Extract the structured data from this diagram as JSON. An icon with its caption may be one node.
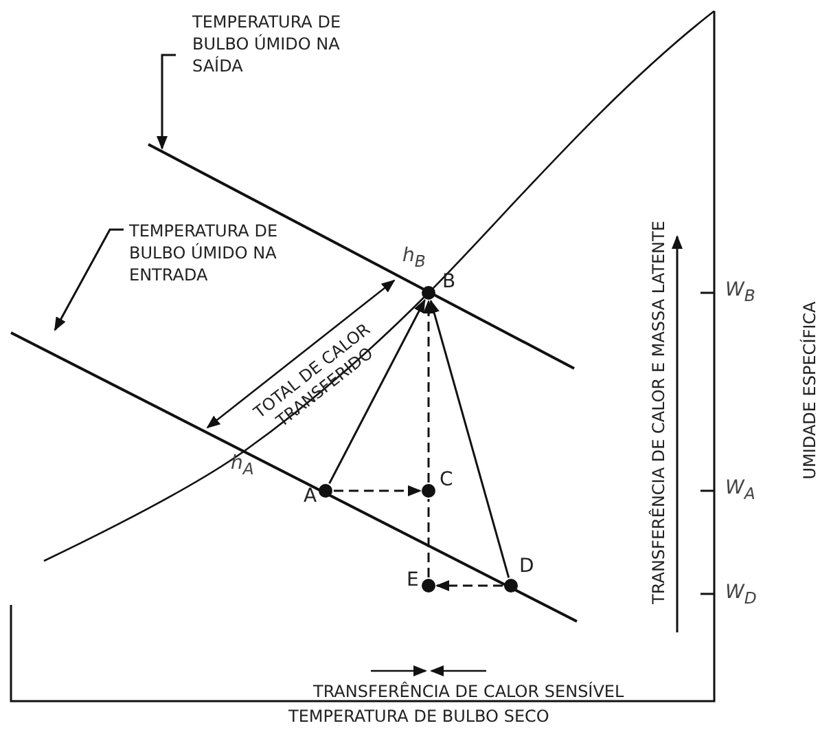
{
  "diagram": {
    "caption": "TEMPERATURA DE BULBO SECO",
    "nodes": [
      {
        "text": [
          "TEMPERATURA DE BULBO ÚMIDO NA SAÍDA"
        ]
      },
      {
        "text": [
          "TEMPERATURA DE BULBO ÚMIDO NA ENTRADA"
        ]
      },
      {
        "text": [
          "A"
        ]
      },
      {
        "text": [
          "B"
        ],
        "beside": [
          "h$_{B}$"
        ]
      },
      {
        "text": [
          "C"
        ]
      },
      {
        "text": [
          "D"
        ]
      },
      {
        "text": [
          "E"
        ]
      }
    ],
    "edges": [
      {
        "from": 0,
        "to": null,
        "arrow": "to"
      },
      {
        "from": 1,
        "to": null,
        "arrow": "to"
      },
      {
        "from": 2,
        "to": 3,
        "arrow": "to"
      },
      {
        "from": 2,
        "to": 4,
        "arrow": "to",
        "style": "dashed"
      },
      {
        "from": 4,
        "to": 3,
        "arrow": "to",
        "style": "dashed"
      },
      {
        "from": 6,
        "to": 4,
        "arrow": "none",
        "style": "dashed"
      },
      {
        "from": 5,
        "to": 6,
        "arrow": "to",
        "style": "dashed"
      },
      {
        "from": 5,
        "to": 3,
        "arrow": "to"
      }
    ],
    "labels": [
      "TOTAL DE CALOR TRANSFERIDO",
      "h$_{A}$",
      "TRANSFERÊNCIA DE CALOR E MASSA LATENTE",
      "W$_{B}$",
      "UMIDADE ESPECÍFICA",
      "W$_{A}$",
      "W$_{D}$",
      "TRANSFERÊNCIA DE CALOR SENSÍVEL"
    ]
  }
}
